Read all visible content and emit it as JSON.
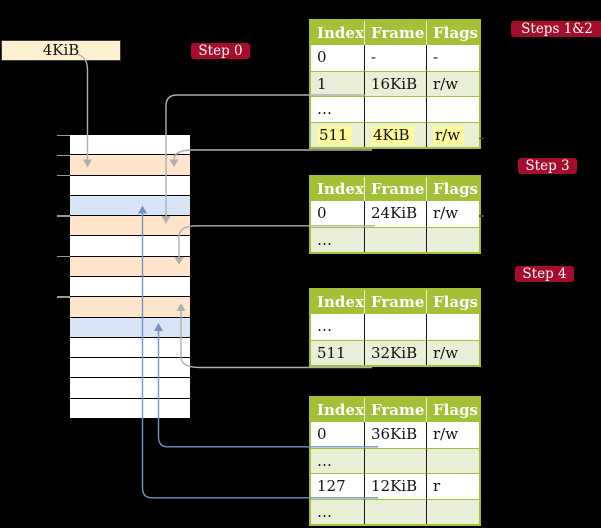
{
  "colors": {
    "background": "#000000",
    "badge_red": "#a60d2c",
    "table_header_green": "#a3c037",
    "table_row_green": "#e9efd6",
    "highlight_yellow": "#fbf89e",
    "label_cream": "#fdf0cf",
    "frame_peach": "#fee5cb",
    "frame_blue": "#d8e5f7",
    "arrow_gray": "#b0b0b0",
    "arrow_blue": "#7691c4"
  },
  "frame_size_label": "4KiB",
  "badges": {
    "step0": "Step 0",
    "steps12": "Steps 1&2",
    "step3": "Step 3",
    "step4": "Step 4"
  },
  "memory_column": {
    "rows": [
      "white",
      "peach",
      "white",
      "blue",
      "peach",
      "white",
      "peach",
      "white",
      "peach",
      "blue",
      "white",
      "white",
      "white",
      "white"
    ],
    "tick_count": 6
  },
  "tables": [
    {
      "name": "page-table-steps-1-2",
      "headers": [
        "Index",
        "Frame",
        "Flags"
      ],
      "rows": [
        {
          "cells": [
            "0",
            "-",
            "-"
          ],
          "shaded": false,
          "highlighted": false
        },
        {
          "cells": [
            "1",
            "16KiB",
            "r/w"
          ],
          "shaded": true,
          "highlighted": false
        },
        {
          "cells": [
            "…",
            "",
            ""
          ],
          "shaded": false,
          "highlighted": false
        },
        {
          "cells": [
            "511",
            "4KiB",
            "r/w"
          ],
          "shaded": true,
          "highlighted": true
        }
      ]
    },
    {
      "name": "page-table-step-3",
      "headers": [
        "Index",
        "Frame",
        "Flags"
      ],
      "rows": [
        {
          "cells": [
            "0",
            "24KiB",
            "r/w"
          ],
          "shaded": false,
          "highlighted": false
        },
        {
          "cells": [
            "…",
            "",
            ""
          ],
          "shaded": true,
          "highlighted": false
        }
      ]
    },
    {
      "name": "page-table-step-4a",
      "headers": [
        "Index",
        "Frame",
        "Flags"
      ],
      "rows": [
        {
          "cells": [
            "…",
            "",
            ""
          ],
          "shaded": false,
          "highlighted": false
        },
        {
          "cells": [
            "511",
            "32KiB",
            "r/w"
          ],
          "shaded": true,
          "highlighted": false
        }
      ]
    },
    {
      "name": "page-table-step-4b",
      "headers": [
        "Index",
        "Frame",
        "Flags"
      ],
      "rows": [
        {
          "cells": [
            "0",
            "36KiB",
            "r/w"
          ],
          "shaded": false,
          "highlighted": false
        },
        {
          "cells": [
            "…",
            "",
            ""
          ],
          "shaded": true,
          "highlighted": false
        },
        {
          "cells": [
            "127",
            "12KiB",
            "r"
          ],
          "shaded": false,
          "highlighted": false
        },
        {
          "cells": [
            "…",
            "",
            ""
          ],
          "shaded": true,
          "highlighted": false
        }
      ]
    }
  ],
  "arrows": [
    {
      "from": "4KiB-label",
      "to": "memory-frame-row-2",
      "color": "gray"
    },
    {
      "from": "table1-row-1-16KiB",
      "to": "memory-frame-row-5",
      "color": "gray"
    },
    {
      "from": "table1-row-511-4KiB",
      "to": "memory-frame-row-2",
      "color": "gray"
    },
    {
      "from": "table2-row-0-24KiB",
      "to": "memory-frame-row-7",
      "color": "gray"
    },
    {
      "from": "table3-row-511-32KiB",
      "to": "memory-frame-row-9",
      "color": "gray"
    },
    {
      "from": "table4-row-0-36KiB",
      "to": "memory-frame-row-10",
      "color": "blue"
    },
    {
      "from": "table4-row-127-12KiB",
      "to": "memory-frame-row-4",
      "color": "blue"
    }
  ]
}
